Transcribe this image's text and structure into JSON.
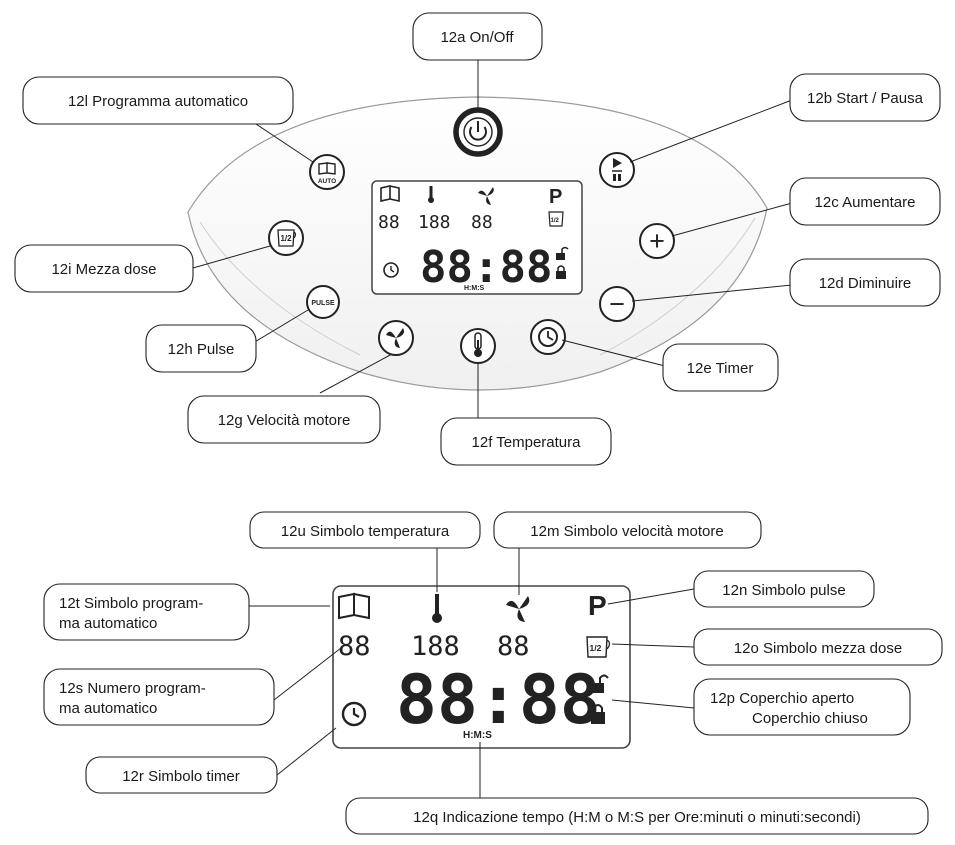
{
  "callouts": {
    "on_off": "12a On/Off",
    "start_pause": "12b Start / Pausa",
    "increase": "12c Aumentare",
    "decrease": "12d Diminuire",
    "timer": "12e Timer",
    "temperature": "12f Temperatura",
    "motor_speed": "12g Velocità motore",
    "pulse": "12h Pulse",
    "half_dose": "12i Mezza dose",
    "auto_program": "12l Programma automatico",
    "temp_symbol": "12u Simbolo temperatura",
    "speed_symbol": "12m Simbolo velocità motore",
    "auto_program_symbol": [
      "12t Simbolo program-",
      "ma automatico"
    ],
    "pulse_symbol": "12n Simbolo pulse",
    "half_dose_symbol": "12o Simbolo mezza dose",
    "program_number": [
      "12s Numero program-",
      "ma automatico"
    ],
    "lid": [
      "12p Coperchio aperto",
      "Coperchio chiuso"
    ],
    "timer_symbol": "12r Simbolo timer",
    "time_indication": "12q Indicazione tempo (H:M o M:S per Ore:minuti o minuti:secondi)"
  },
  "buttons": {
    "auto": "AUTO",
    "half": "1/2",
    "pulse": "PULSE",
    "plus": "+",
    "minus": "−"
  },
  "display": {
    "program_digits": "88",
    "temp_digits": "188",
    "speed_digits": "88",
    "time_digits": "88:88",
    "pulse_letter": "P",
    "half_label": "1/2",
    "hms_label": "H:M:S"
  },
  "icons": [
    "power-icon",
    "play-pause-icon",
    "book-icon",
    "pinwheel-icon",
    "thermometer-icon",
    "clock-icon",
    "lock-open-icon",
    "lock-closed-icon",
    "measuring-cup-icon"
  ]
}
